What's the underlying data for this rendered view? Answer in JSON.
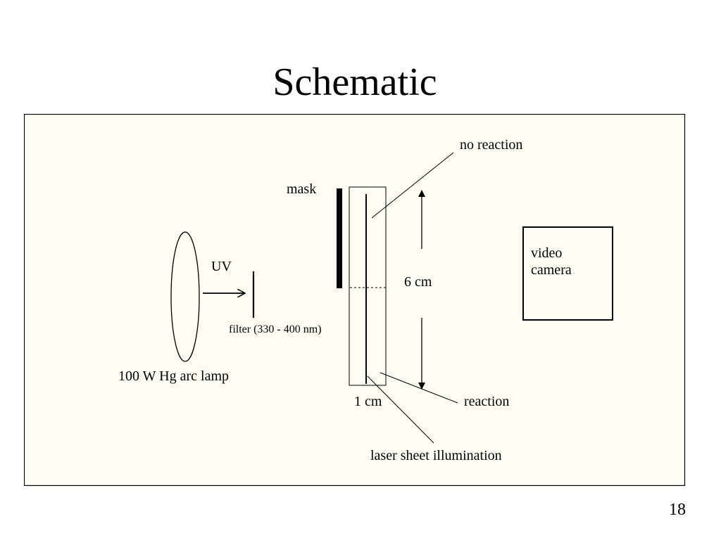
{
  "slide": {
    "title": "Schematic",
    "page_number": "18"
  },
  "diagram": {
    "background_color": "#fefef4",
    "border_color": "#000000",
    "labels": {
      "lamp": "100 W Hg arc lamp",
      "uv": "UV",
      "filter": "filter (330 - 400 nm)",
      "mask": "mask",
      "no_reaction": "no reaction",
      "height": "6 cm",
      "width": "1 cm",
      "reaction": "reaction",
      "laser": "laser sheet illumination",
      "camera_line1": "video",
      "camera_line2": "camera"
    }
  }
}
